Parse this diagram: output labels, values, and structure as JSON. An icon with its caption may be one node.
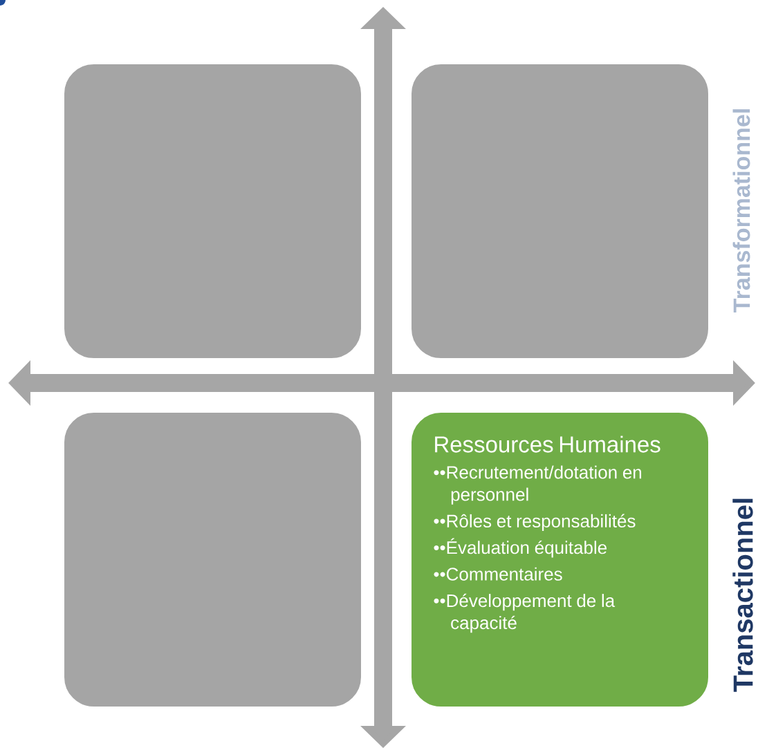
{
  "diagram": {
    "nodes": [
      {
        "text": [],
        "shape": "box"
      },
      {
        "text": [],
        "shape": "box"
      },
      {
        "text": [],
        "shape": "box"
      },
      {
        "text": [
          "Ressources Humaines",
          "••Recrutement/dotation en personnel",
          "••Rôles et responsabilités",
          "••Évaluation équitable",
          "••Commentaires",
          "••Développement de la capacité"
        ]
      }
    ],
    "labels": [
      "Transformationnel",
      "Transactionnel"
    ]
  }
}
